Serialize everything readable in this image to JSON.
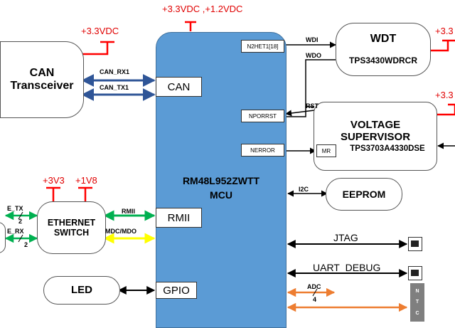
{
  "power": {
    "mcu": "+3.3VDC ,+1.2VDC",
    "can": "+3.3VDC",
    "wdt": "+3.3",
    "supervisor": "+3.3",
    "eth_a": "+3V3",
    "eth_b": "+1V8"
  },
  "mcu": {
    "part": "RM48L952ZWTT",
    "label": "MCU",
    "ports": {
      "n2het": "N2HET1[18]",
      "can": "CAN",
      "nporrst": "NPORRST",
      "nerror": "NERROR",
      "rmii": "RMII",
      "gpio": "GPIO"
    }
  },
  "blocks": {
    "can_transceiver": [
      "CAN",
      "Transceiver"
    ],
    "wdt": {
      "title": "WDT",
      "part": "TPS3430WDRCR"
    },
    "supervisor": {
      "line1": "VOLTAGE",
      "line2": "SUPERVISOR",
      "mr": "MR",
      "part": "TPS3703A4330DSE"
    },
    "eeprom": "EEPROM",
    "ethernet_switch": [
      "ETHERNET",
      "SWITCH"
    ],
    "led": "LED"
  },
  "signals": {
    "can_rx": "CAN_RX1",
    "can_tx": "CAN_TX1",
    "wdi": "WDI",
    "wdo": "WDO",
    "rst": "RST",
    "i2c": "I2C",
    "rmii": "RMII",
    "mdc_mdio": "MDC/MDO",
    "jtag": "JTAG",
    "uart": "UART_DEBUG",
    "adc": "ADC",
    "adc_count": "4",
    "e_tx": "E_TX",
    "e_tx_count": "2",
    "e_rx": "E_RX",
    "e_rx_count": "2"
  },
  "ntc_letters": [
    "N",
    "T",
    "C"
  ],
  "colors": {
    "mcu_fill": "#5b9bd5",
    "can_bus": "#2f5597",
    "rmii": "#00b050",
    "mdio": "#ffff00",
    "adc": "#ed7d31",
    "power": "#ff0000",
    "signal": "#000000"
  }
}
